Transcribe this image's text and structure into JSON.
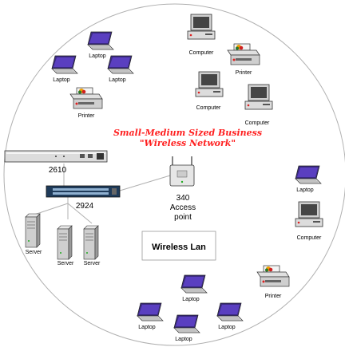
{
  "title": {
    "line1": "Small-Medium Sized Business",
    "line2": "\"Wireless Network\""
  },
  "wireless_lan_label": "Wireless Lan",
  "router": {
    "label": "2610"
  },
  "switch": {
    "label": "2924"
  },
  "access_point": {
    "line1": "340",
    "line2": "Access",
    "line3": "point"
  },
  "servers": {
    "label1": "Server",
    "label2": "Server",
    "label3": "Server"
  },
  "laptops": {
    "top": "Laptop",
    "left": "Laptop",
    "mid": "Laptop",
    "right": "Laptop",
    "bottom_top": "Laptop",
    "bottom_left": "Laptop",
    "bottom_mid": "Laptop",
    "bottom_right": "Laptop"
  },
  "computers": {
    "top": "Computer",
    "left": "Computer",
    "right": "Computer",
    "far_right": "Computer"
  },
  "printers": {
    "left": "Printer",
    "top_right": "Printer",
    "bottom_right": "Printer"
  },
  "colors": {
    "title": "#ff2020",
    "line": "#b0b0b0",
    "laptop_screen": "#4b2f9a",
    "device_body": "#d8d8d8"
  },
  "icons": [
    "laptop-icon",
    "computer-icon",
    "printer-icon",
    "server-icon",
    "router-icon",
    "switch-icon",
    "access-point-icon"
  ]
}
